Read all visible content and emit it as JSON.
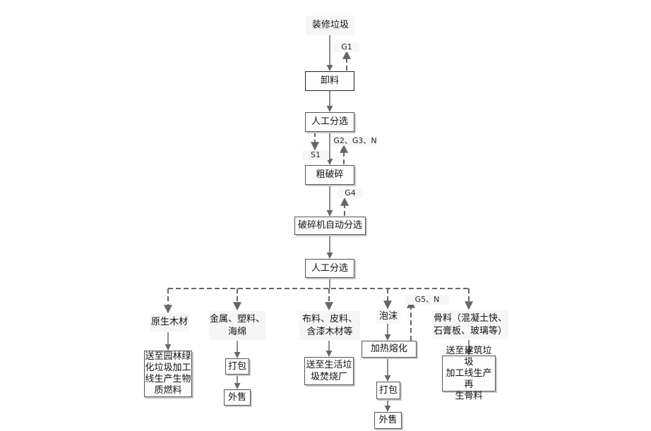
{
  "diagram": {
    "type": "process-flowchart",
    "nodes": {
      "source": "装修垃圾",
      "unload": "卸料",
      "manual_sort_1": "人工分选",
      "coarse_crush": "粗破碎",
      "crusher_auto_sort": "破碎机自动分选",
      "manual_sort_2": "人工分选",
      "raw_wood": "原生木材",
      "metal_plastic_sponge": "金属、塑料、\n海绵",
      "cloth_leather_wood": "布料、皮料、\n含漆木材等",
      "foam": "泡沫",
      "aggregate": "骨料（混凝土快、\n石膏板、玻璃等）",
      "to_garden_line": "送至园林绿\n化垃圾加工\n线生产生物\n质燃料",
      "pack_1": "打包",
      "sell_1": "外售",
      "to_incinerator": "送至生活垃\n圾焚烧厂",
      "heat_melt": "加热熔化",
      "pack_2": "打包",
      "sell_2": "外售",
      "to_construction_line": "送至建筑垃圾\n加工线生产再\n生骨料"
    },
    "emission_labels": {
      "g1": "G1",
      "g2_g3_n": "G2、G3、N",
      "s1": "S1",
      "g4": "G4",
      "g5_n": "G5、N"
    },
    "colors": {
      "line": "#666666",
      "box_border": "#555555",
      "box_shadow": "#c8c8c8",
      "label_bg": "#f7f7f7"
    }
  }
}
